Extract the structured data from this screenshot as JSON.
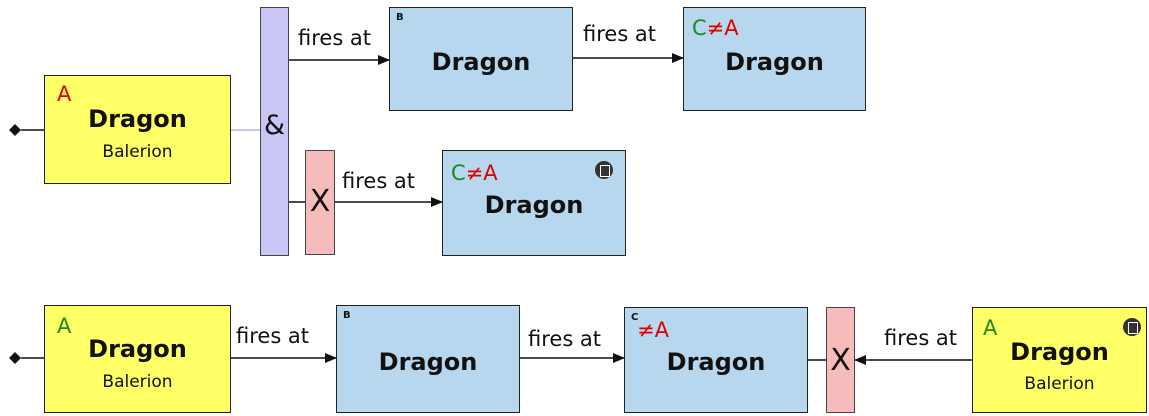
{
  "top": {
    "source": {
      "tag": "A",
      "title": "Dragon",
      "subtitle": "Balerion"
    },
    "and_gate": "&",
    "x_gate": "X",
    "edge_1": "fires at",
    "target_b": {
      "tag": "B",
      "title": "Dragon"
    },
    "edge_2": "fires at",
    "target_c": {
      "tag_c": "C",
      "tag_neq": "≠A",
      "title": "Dragon"
    },
    "edge_3": "fires at",
    "target_c2": {
      "tag_c": "C",
      "tag_neq": "≠A",
      "title": "Dragon"
    }
  },
  "bottom": {
    "source": {
      "tag": "A",
      "title": "Dragon",
      "subtitle": "Balerion"
    },
    "edge_1": "fires at",
    "target_b": {
      "tag": "B",
      "title": "Dragon"
    },
    "edge_2": "fires at",
    "target_c": {
      "tag_c": "C",
      "tag_neq": "≠A",
      "title": "Dragon"
    },
    "x_gate": "X",
    "edge_3": "fires at",
    "source_right": {
      "tag": "A",
      "title": "Dragon",
      "subtitle": "Balerion"
    }
  },
  "colors": {
    "source_fill": "#ffff66",
    "target_fill": "#b7d7ee",
    "and_gate_fill": "#c9c6f5",
    "x_gate_fill": "#f6bcbc",
    "red": "#e00000",
    "green": "#1a8a1a"
  },
  "icons": [
    "diamond-connector-icon",
    "arrow-head-icon",
    "document-badge-icon"
  ]
}
